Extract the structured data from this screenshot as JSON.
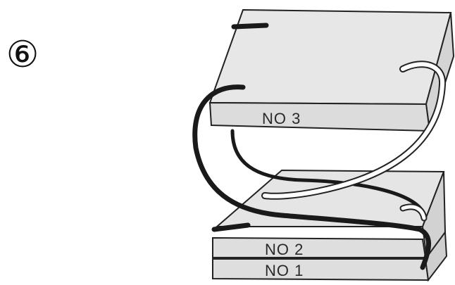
{
  "step": {
    "number": "⑥"
  },
  "boxes": [
    {
      "label": "NO 3"
    },
    {
      "label": "NO 2"
    },
    {
      "label": "NO 1"
    }
  ],
  "colors": {
    "box_top": "#e7e7e7",
    "box_side": "#d9d9d9",
    "outline": "#222222",
    "cord_dark": "#1a1a1a",
    "cord_white": "#ffffff"
  }
}
